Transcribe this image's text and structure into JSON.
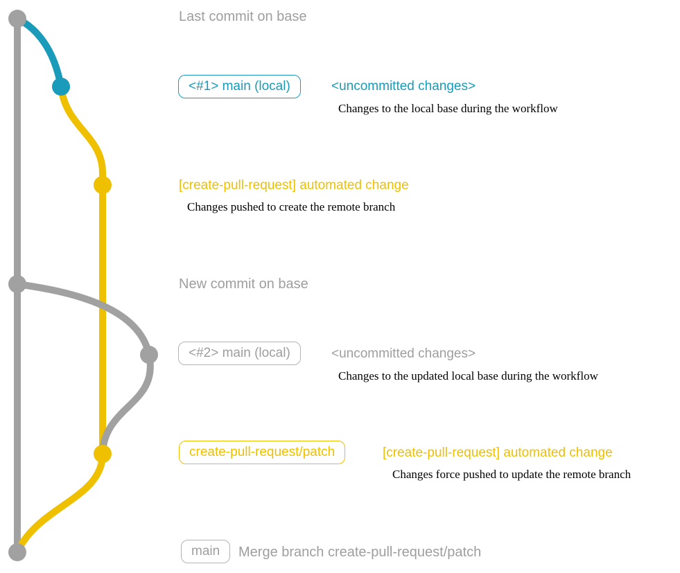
{
  "colors": {
    "gray": "#a1a1a1",
    "blue": "#1a9bb9",
    "yellow": "#eec000"
  },
  "sections": {
    "top": {
      "title": "Last commit on base"
    },
    "commit1": {
      "badge": "<#1> main (local)",
      "status": "<uncommitted changes>",
      "description": "Changes to the local base during the workflow"
    },
    "push1": {
      "label": "[create-pull-request] automated change",
      "description": "Changes pushed to create the remote branch"
    },
    "newbase": {
      "title": "New commit on base"
    },
    "commit2": {
      "badge": "<#2> main (local)",
      "status": "<uncommitted changes>",
      "description": "Changes to the updated local base during the workflow"
    },
    "push2": {
      "badge": "create-pull-request/patch",
      "label": "[create-pull-request] automated change",
      "description": "Changes force pushed to update the remote branch"
    },
    "merge": {
      "badge": "main",
      "label": "Merge branch create-pull-request/patch"
    }
  }
}
